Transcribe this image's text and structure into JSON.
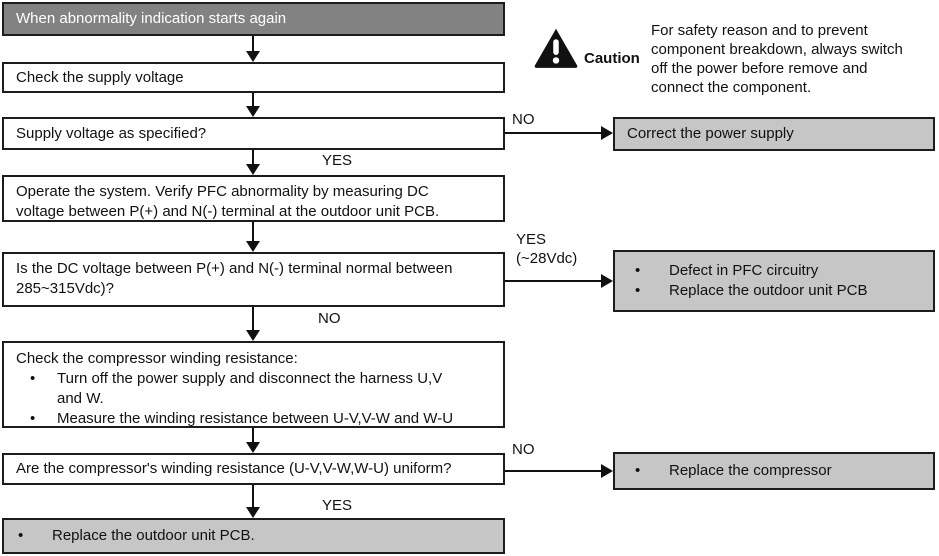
{
  "colors": {
    "header_fill": "#828282",
    "header_text": "#ffffff",
    "result_fill": "#c6c6c6",
    "border": "#1c1c1c",
    "line": "#111111"
  },
  "caution": {
    "icon": "warning-triangle-icon",
    "label": "Caution",
    "text": "For safety reason and to prevent component breakdown, always switch off the power before remove and connect the component."
  },
  "labels": {
    "yes": "YES",
    "no": "NO",
    "yes_vdc": "YES",
    "yes_vdc_detail": "(~28Vdc)"
  },
  "nodes": {
    "start": "When abnormality indication starts again",
    "check_supply": "Check the supply voltage",
    "q_supply": "Supply voltage as specified?",
    "correct_power": "Correct the power supply",
    "operate": "Operate the system. Verify PFC abnormality by measuring DC voltage between P(+) and N(-) terminal at the outdoor unit PCB.",
    "q_dc": "Is the DC voltage between P(+) and N(-) terminal normal between 285~315Vdc)?",
    "pfc_defect_items": [
      "Defect in PFC circuitry",
      "Replace the outdoor unit PCB"
    ],
    "check_winding_title": "Check the compressor winding resistance:",
    "check_winding_items": [
      "Turn off the power supply and disconnect the harness U,V and W.",
      "Measure the winding resistance between U-V,V-W and W-U"
    ],
    "q_winding": "Are the compressor's winding resistance (U-V,V-W,W-U) uniform?",
    "replace_compressor": "Replace the compressor",
    "replace_pcb": "Replace the outdoor unit PCB."
  }
}
